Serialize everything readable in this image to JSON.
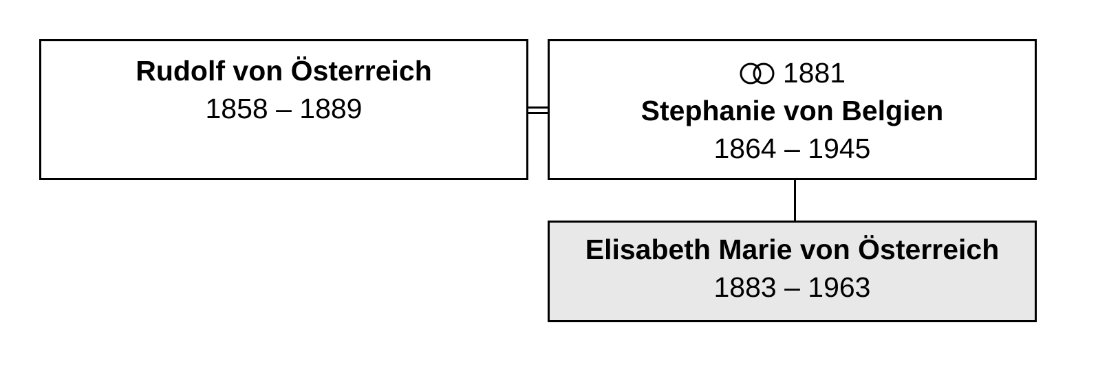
{
  "persons": {
    "rudolf": {
      "name": "Rudolf von Österreich",
      "dates": "1858 – 1889"
    },
    "stephanie": {
      "marriage_year": "1881",
      "marriage_icon": "wedding-rings-icon",
      "name": "Stephanie von Belgien",
      "dates": "1864 – 1945"
    },
    "elisabeth": {
      "name": "Elisabeth Marie von Österreich",
      "dates": "1883 – 1963"
    }
  },
  "colors": {
    "border": "#000000",
    "highlight_fill": "#e8e8e8",
    "box_fill": "#ffffff"
  }
}
